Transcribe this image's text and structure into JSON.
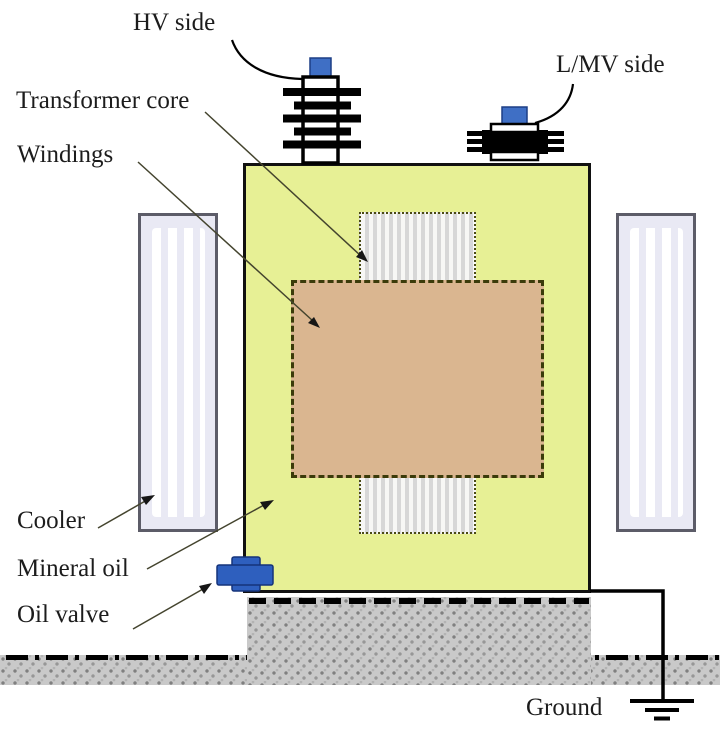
{
  "labels": {
    "hv_side": "HV side",
    "lmv_side": "L/MV side",
    "transformer_core": "Transformer core",
    "windings": "Windings",
    "cooler": "Cooler",
    "mineral_oil": "Mineral oil",
    "oil_valve": "Oil valve",
    "ground": "Ground"
  },
  "colors": {
    "tank_fill": "#e7f095",
    "windings_fill": "#dab690",
    "core_stripe": "#d7d7d7",
    "cooler_fill": "#e9e9f4",
    "cooler_border": "#5c5c68",
    "bushing_blue": "#3f6fc5",
    "valve_blue": "#2e5fbe",
    "outline": "#111111",
    "leader_line": "#44442e"
  }
}
